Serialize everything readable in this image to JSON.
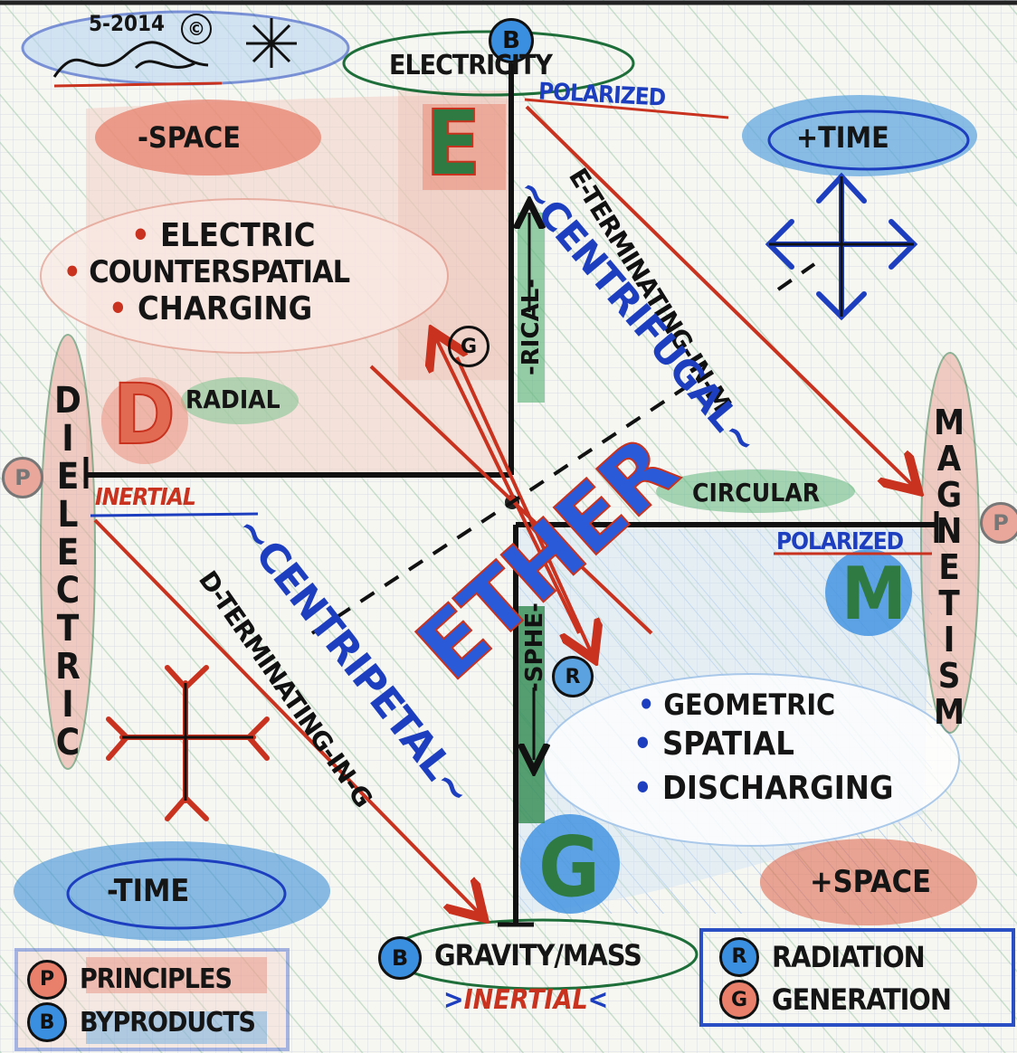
{
  "header": {
    "date": "5-2014",
    "copyright": "©"
  },
  "labels": {
    "electricity": "ELECTRICITY",
    "polarized_top": "POLARIZED",
    "minus_space": "-SPACE",
    "plus_time": "+TIME",
    "e_terminating": "E-TERMINATING-IN-M",
    "centrifugal": "~CENTRIFUGAL~",
    "rical": "-RICAL-",
    "radial": "RADIAL",
    "dielectric": "DIELECTRIC",
    "magnetism": "MAGNETISM",
    "inertial_left": "INERTIAL",
    "circular": "CIRCULAR",
    "polarized_right": "POLARIZED",
    "ether": "ETHER",
    "centripetal": "~CENTRIPETAL~",
    "d_terminating": "D-TERMINATING-IN-G",
    "sphe": "-SPHE-",
    "minus_time": "-TIME",
    "plus_space": "+SPACE",
    "gravity_mass": "GRAVITY/MASS",
    "inertial_bottom": "INERTIAL"
  },
  "big_letters": {
    "e": "E",
    "d": "D",
    "m": "M",
    "g": "G"
  },
  "tags": {
    "b": "B",
    "g": "G",
    "r": "R",
    "p": "P"
  },
  "lists": {
    "left": [
      "ELECTRIC",
      "COUNTERSPATIAL",
      "CHARGING"
    ],
    "right": [
      "GEOMETRIC",
      "SPATIAL",
      "DISCHARGING"
    ]
  },
  "legend_left": [
    {
      "key": "P",
      "label": "PRINCIPLES"
    },
    {
      "key": "B",
      "label": "BYPRODUCTS"
    }
  ],
  "legend_right": [
    {
      "key": "R",
      "label": "RADIATION"
    },
    {
      "key": "G",
      "label": "GENERATION"
    }
  ],
  "colors": {
    "red": "#c8321e",
    "blue": "#1d3fbf",
    "green": "#2f8a4f",
    "ink": "#151515",
    "paper": "#f7f7f2"
  }
}
